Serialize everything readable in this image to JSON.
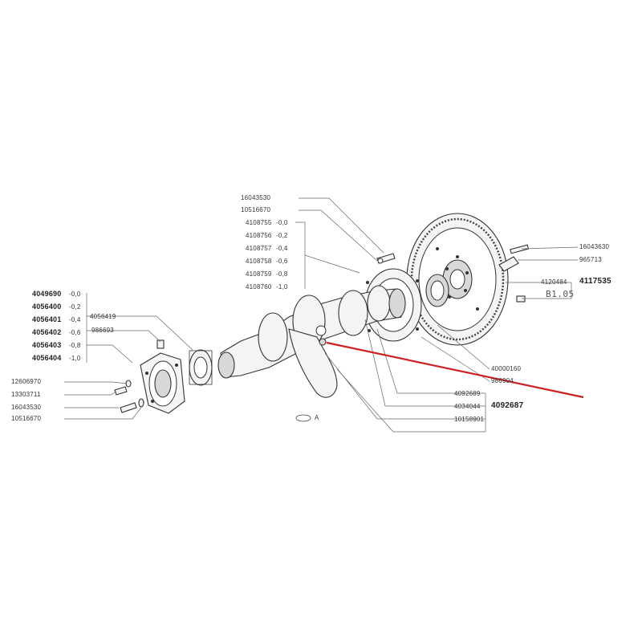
{
  "diagram": {
    "left_group": {
      "rows": [
        {
          "part": "4049690",
          "size": "-0,0"
        },
        {
          "part": "4056400",
          "size": "-0,2"
        },
        {
          "part": "4056401",
          "size": "-0,4"
        },
        {
          "part": "4056402",
          "size": "-0,6"
        },
        {
          "part": "4056403",
          "size": "-0,8"
        },
        {
          "part": "4056404",
          "size": "-1,0"
        }
      ],
      "side_parts": [
        "4056419",
        "986693"
      ]
    },
    "top_group": {
      "top_parts": [
        "16043530",
        "10516670"
      ],
      "rows": [
        {
          "part": "4108755",
          "size": "-0,0"
        },
        {
          "part": "4108756",
          "size": "-0,2"
        },
        {
          "part": "4108757",
          "size": "-0,4"
        },
        {
          "part": "4108758",
          "size": "-0,6"
        },
        {
          "part": "4108759",
          "size": "-0,8"
        },
        {
          "part": "4108760",
          "size": "-1,0"
        }
      ]
    },
    "left_lower_parts": [
      "12606970",
      "13303711",
      "16043530",
      "10516670"
    ],
    "right_parts": {
      "p1": "16043630",
      "p2": "965713",
      "p3": "4120484",
      "p4": "4117535",
      "stamp": "B1.05",
      "p5": "40000160",
      "p6": "986904",
      "p7": "4092689",
      "p8": "4034044",
      "p9": "10158901",
      "p10": "4092687"
    },
    "figure_mark": "A",
    "annotation_line_color": "#cc2222"
  }
}
